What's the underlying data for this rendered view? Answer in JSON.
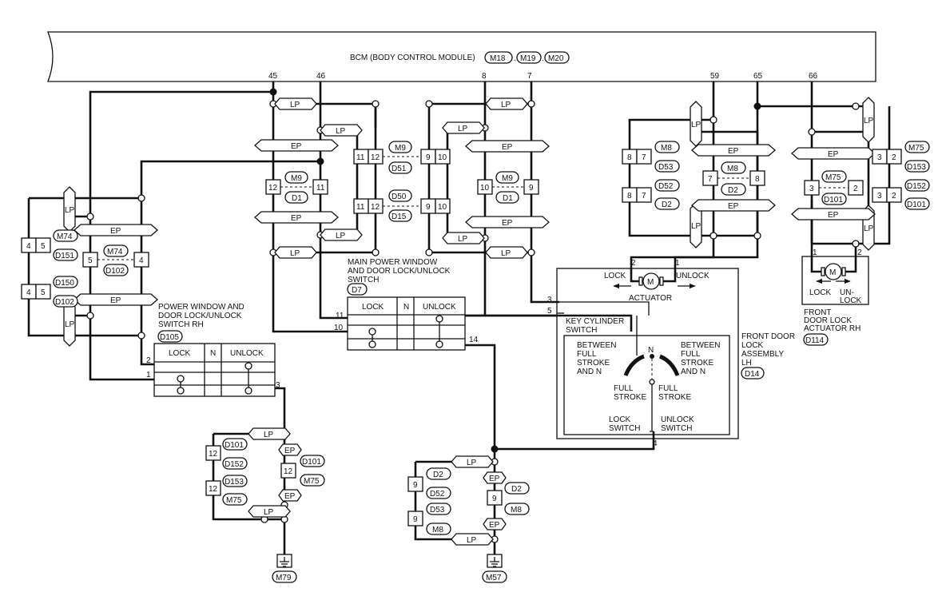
{
  "bcm": {
    "label": "BCM (BODY CONTROL MODULE)",
    "connectors": [
      "M18",
      "M19",
      "M20"
    ],
    "pins": [
      "45",
      "46",
      "8",
      "7",
      "59",
      "65",
      "66"
    ]
  },
  "tags": {
    "lp": "LP",
    "ep": "EP"
  },
  "pins": {
    "p1": "1",
    "p2": "2",
    "p3": "3",
    "p4": "4",
    "p5": "5",
    "p7": "7",
    "p8": "8",
    "p9": "9",
    "p10": "10",
    "p11": "11",
    "p12": "12",
    "p14": "14"
  },
  "conn": {
    "M9": "M9",
    "D51": "D51",
    "D50": "D50",
    "D15": "D15",
    "D1": "D1",
    "M8": "M8",
    "D53": "D53",
    "D52": "D52",
    "D2": "D2",
    "M75": "M75",
    "D153": "D153",
    "D152": "D152",
    "D101": "D101",
    "M74": "M74",
    "D151": "D151",
    "D102": "D102",
    "D150": "D150",
    "D105": "D105",
    "D7": "D7",
    "D14": "D14",
    "D114": "D114",
    "M79": "M79",
    "M57": "M57"
  },
  "switch": {
    "lock": "LOCK",
    "n": "N",
    "unlock": "UNLOCK",
    "rh_title": [
      "POWER WINDOW AND",
      "DOOR LOCK/UNLOCK",
      "SWITCH RH"
    ],
    "main_title": [
      "MAIN POWER WINDOW",
      "AND DOOR LOCK/UNLOCK",
      "SWITCH"
    ]
  },
  "lh": {
    "lock": "LOCK",
    "unlock": "UNLOCK",
    "actuator": "ACTUATOR",
    "key_title": [
      "KEY CYLINDER",
      "SWITCH"
    ],
    "between_left": [
      "BETWEEN",
      "FULL",
      "STROKE",
      "AND N"
    ],
    "between_right": [
      "BETWEEN",
      "FULL",
      "STROKE",
      "AND N"
    ],
    "n": "N",
    "full_left": [
      "FULL",
      "STROKE"
    ],
    "full_right": [
      "FULL",
      "STROKE"
    ],
    "lock_sw": [
      "LOCK",
      "SWITCH"
    ],
    "unlock_sw": [
      "UNLOCK",
      "SWITCH"
    ],
    "title": [
      "FRONT DOOR",
      "LOCK",
      "ASSEMBLY",
      "LH"
    ]
  },
  "rh_act": {
    "lock": "LOCK",
    "unlock": [
      "UN-",
      "LOCK"
    ],
    "title": [
      "FRONT",
      "DOOR LOCK",
      "ACTUATOR RH"
    ]
  },
  "motor": "M",
  "colors": {
    "ink": "#111111",
    "paper": "#ffffff"
  },
  "icons": [
    "ground-icon",
    "motor-icon",
    "splice-dot-icon",
    "arrow-icon"
  ]
}
